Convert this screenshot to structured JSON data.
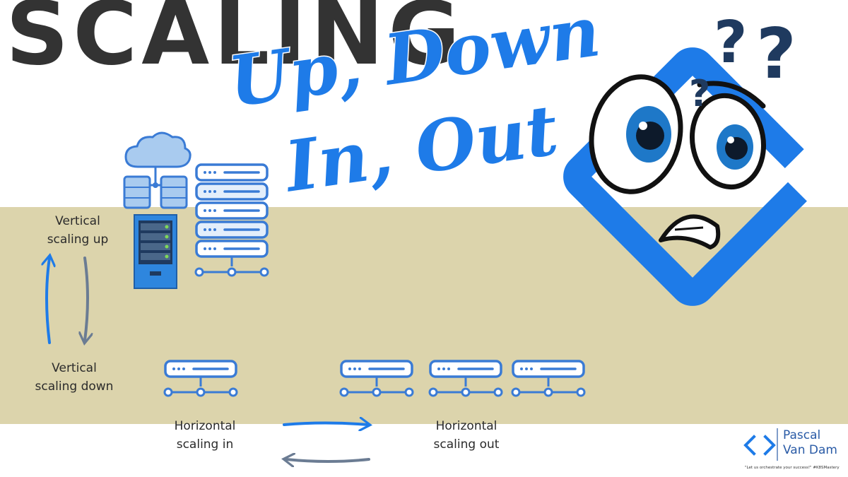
{
  "title": "SCALING",
  "script_lines": [
    "Up, Down",
    "In, Out"
  ],
  "labels": {
    "vertical_up": [
      "Vertical",
      "scaling up"
    ],
    "vertical_down": [
      "Vertical",
      "scaling down"
    ],
    "horizontal_in": [
      "Horizontal",
      "scaling in"
    ],
    "horizontal_out": [
      "Horizontal",
      "scaling out"
    ]
  },
  "brand": {
    "name_line1": "Pascal",
    "name_line2": "Van Dam",
    "tagline": "\"Let us orchestrate your success!\" #K8SMastery"
  },
  "icons": [
    "cloud-database-icon",
    "server-tower-icon",
    "server-rack-icon",
    "server-unit-icon",
    "confused-face-icon",
    "question-mark-icon"
  ],
  "colors": {
    "band": "#dcd4ac",
    "title": "#333333",
    "accent_blue": "#1e7be8",
    "icon_blue": "#3a7bd5",
    "navy": "#1f3a5f",
    "grey_arrow": "#6b7c93"
  }
}
